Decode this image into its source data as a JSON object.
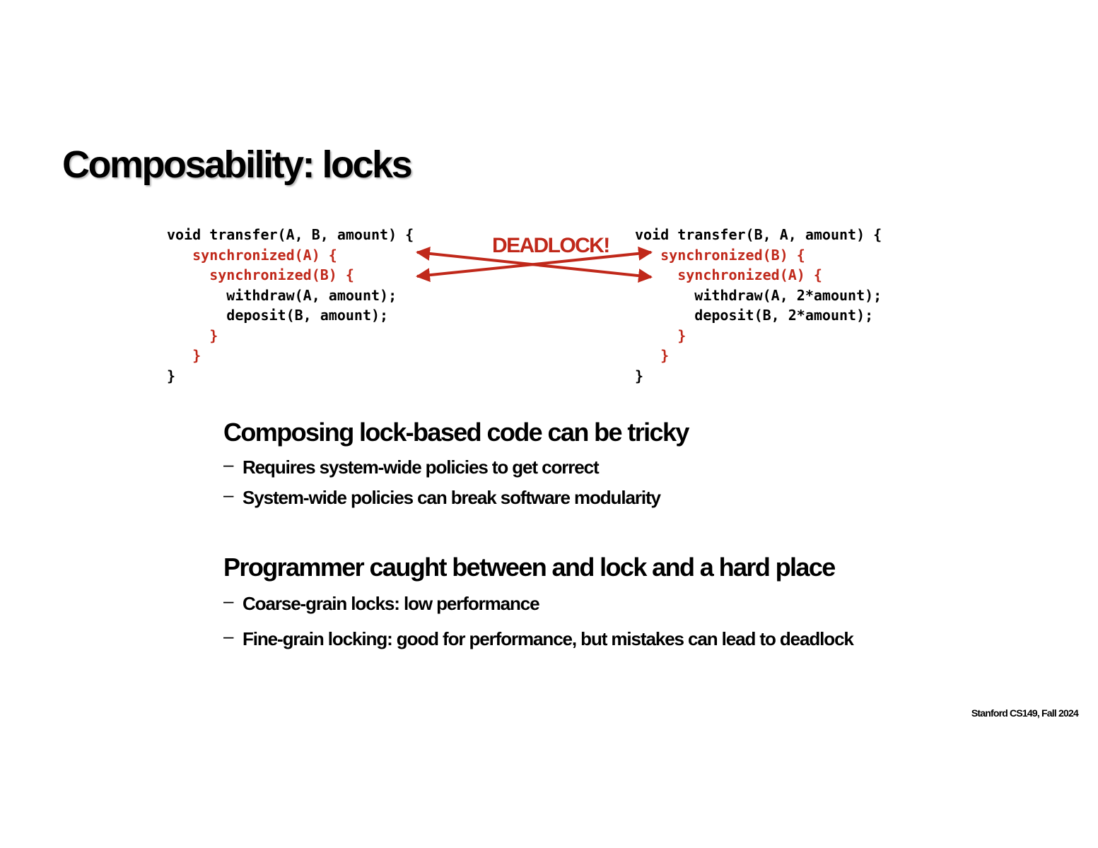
{
  "title": "Composability: locks",
  "code_left": {
    "lines": [
      {
        "text": "void transfer(A, B, amount) {",
        "lock": false
      },
      {
        "text": "   synchronized(A) {",
        "lock": true
      },
      {
        "text": "     synchronized(B) {",
        "lock": true
      },
      {
        "text": "       withdraw(A, amount);",
        "lock": false
      },
      {
        "text": "       deposit(B, amount);",
        "lock": false
      },
      {
        "text": "     }",
        "lock": true
      },
      {
        "text": "   }",
        "lock": true
      },
      {
        "text": "}",
        "lock": false
      }
    ]
  },
  "code_right": {
    "lines": [
      {
        "text": "void transfer(B, A, amount) {",
        "lock": false
      },
      {
        "text": "   synchronized(B) {",
        "lock": true
      },
      {
        "text": "     synchronized(A) {",
        "lock": true
      },
      {
        "text": "       withdraw(A, 2*amount);",
        "lock": false
      },
      {
        "text": "       deposit(B, 2*amount);",
        "lock": false
      },
      {
        "text": "     }",
        "lock": true
      },
      {
        "text": "   }",
        "lock": true
      },
      {
        "text": "}",
        "lock": false
      }
    ]
  },
  "deadlock_label": "DEADLOCK!",
  "sections": [
    {
      "heading": "Composing lock-based code can be tricky",
      "bullets": [
        "Requires system-wide policies to get correct",
        "System-wide policies can break software modularity"
      ]
    },
    {
      "heading": "Programmer caught between and lock and a hard place",
      "bullets": [
        "Coarse-grain locks: low performance",
        "Fine-grain locking: good for performance, but mistakes can lead to deadlock"
      ]
    }
  ],
  "bullet_marker": "–",
  "footer": "Stanford CS149, Fall 2024",
  "colors": {
    "lock_code": "#c0281a",
    "deadlock_arrows": "#c0281a",
    "text": "#000000",
    "background": "#ffffff"
  }
}
